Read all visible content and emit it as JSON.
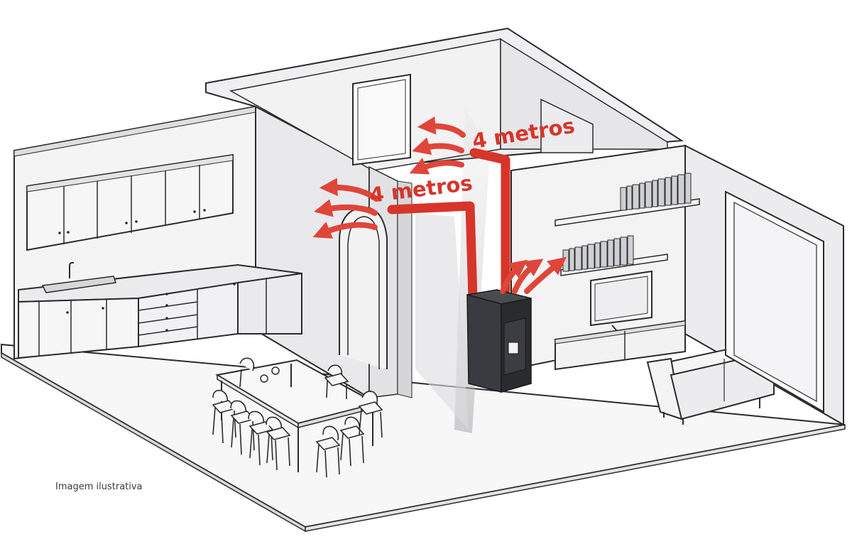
{
  "labels": {
    "duct_upper": "4 metros",
    "duct_lower": "4 metros"
  },
  "caption": "Imagem ilustrativa",
  "icons": {
    "heat_arrows": "heat-flow-arrow",
    "stove": "pellet-stove"
  },
  "colors": {
    "duct": "#d7352a",
    "arrow": "#e0453a",
    "text_accent": "#d7352a",
    "wall": "#f4f4f5",
    "floor": "#f7f7f8",
    "line": "#2b2b2b",
    "stove": "#2e2f33"
  }
}
